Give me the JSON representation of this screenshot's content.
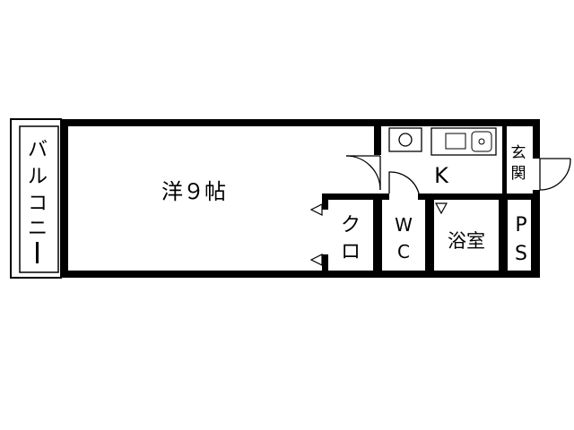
{
  "floorplan": {
    "rooms": {
      "western": "洋９帖",
      "kitchen": "K",
      "closet": "クロ",
      "toilet_w": "W",
      "toilet_c": "C",
      "bath": "浴室",
      "ps_p": "P",
      "ps_s": "S",
      "entrance": "玄関"
    },
    "balcony_chars": [
      "バ",
      "ル",
      "コ",
      "ニ",
      "ー"
    ],
    "colors": {
      "wall": "#000000",
      "background": "#ffffff"
    }
  }
}
